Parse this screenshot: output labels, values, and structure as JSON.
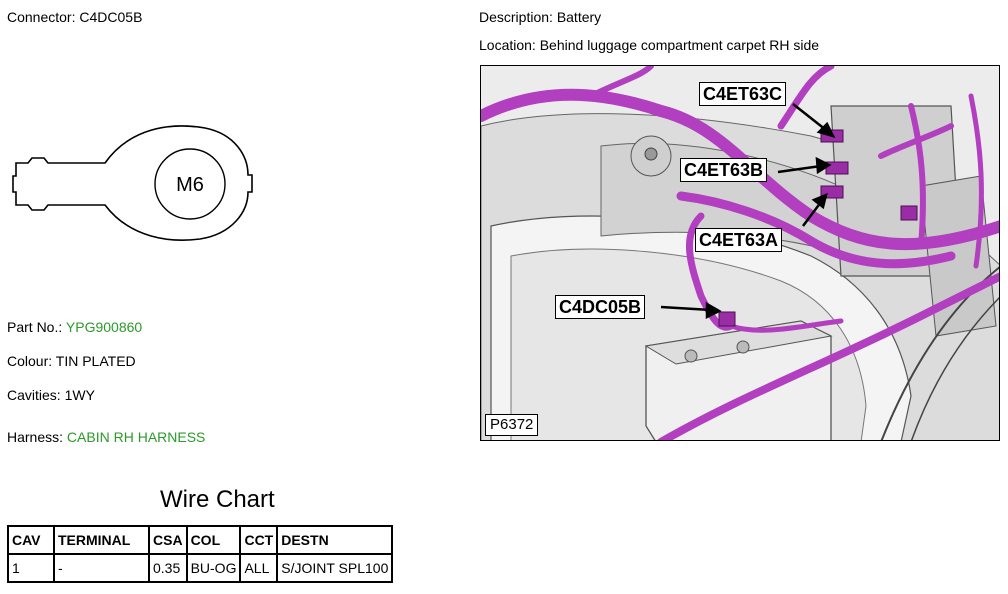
{
  "connector": {
    "label": "Connector:",
    "value": "C4DC05B"
  },
  "description": {
    "label": "Description:",
    "value": "Battery"
  },
  "location": {
    "label": "Location:",
    "value": "Behind luggage compartment carpet RH side"
  },
  "part_no": {
    "label": "Part No.:",
    "value": "YPG900860"
  },
  "colour": {
    "label": "Colour:",
    "value": "TIN PLATED"
  },
  "cavities": {
    "label": "Cavities:",
    "value": "1WY"
  },
  "harness": {
    "label": "Harness:",
    "value": "CABIN RH HARNESS"
  },
  "terminal_diagram": {
    "stud_label": "M6"
  },
  "figure": {
    "id": "P6372",
    "callouts": [
      "C4ET63C",
      "C4ET63B",
      "C4ET63A",
      "C4DC05B"
    ],
    "harness_color": "#b23fbf"
  },
  "wire_chart": {
    "title": "Wire Chart",
    "columns": [
      "CAV",
      "TERMINAL",
      "CSA",
      "COL",
      "CCT",
      "DESTN"
    ],
    "rows": [
      [
        "1",
        "-",
        "0.35",
        "BU-OG",
        "ALL",
        "S/JOINT SPL100"
      ]
    ]
  },
  "colors": {
    "link_green": "#2a9a2a"
  }
}
